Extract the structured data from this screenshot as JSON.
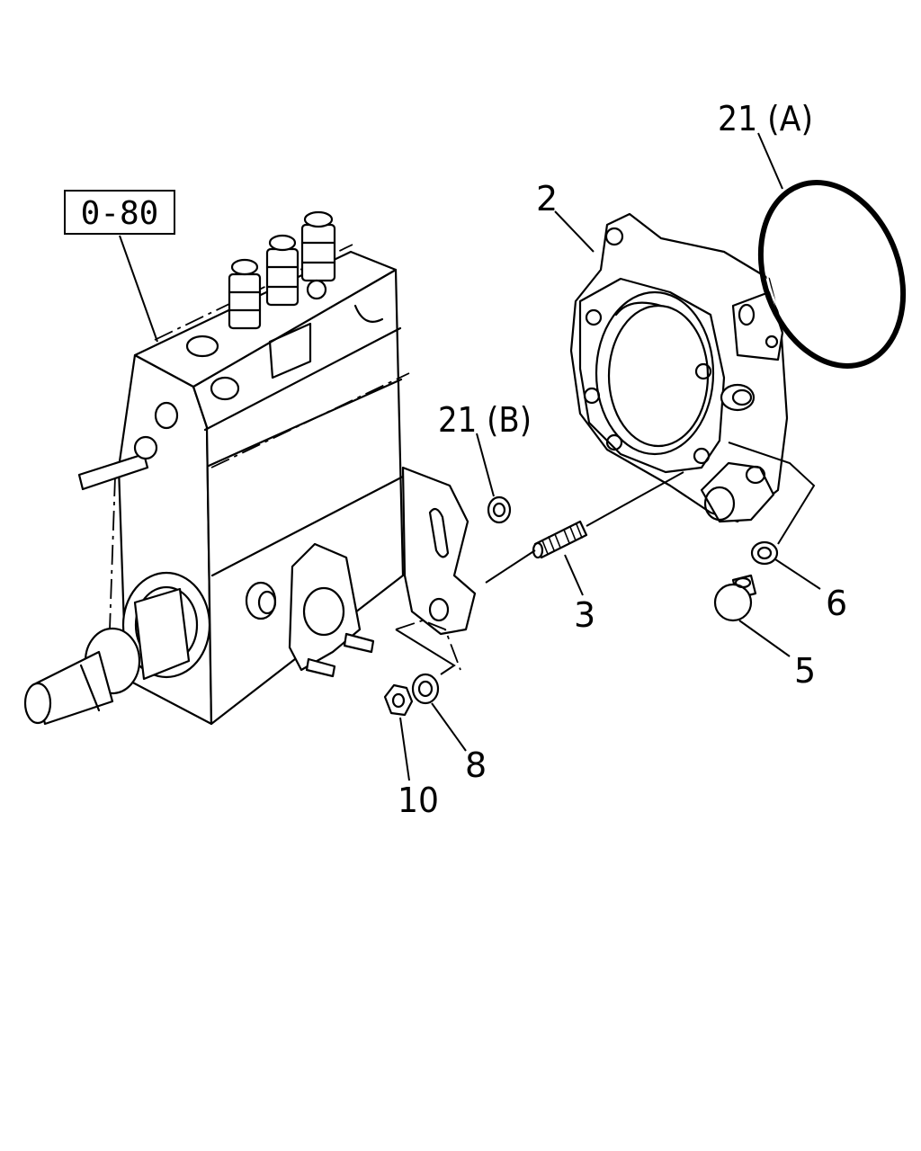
{
  "reference_box": {
    "text": "0-80"
  },
  "callouts": {
    "ring_a": "21 (A)",
    "housing": "2",
    "ring_b": "21 (B)",
    "stud": "3",
    "washer_6": "6",
    "plug_5": "5",
    "washer_8": "8",
    "nut_10": "10"
  }
}
